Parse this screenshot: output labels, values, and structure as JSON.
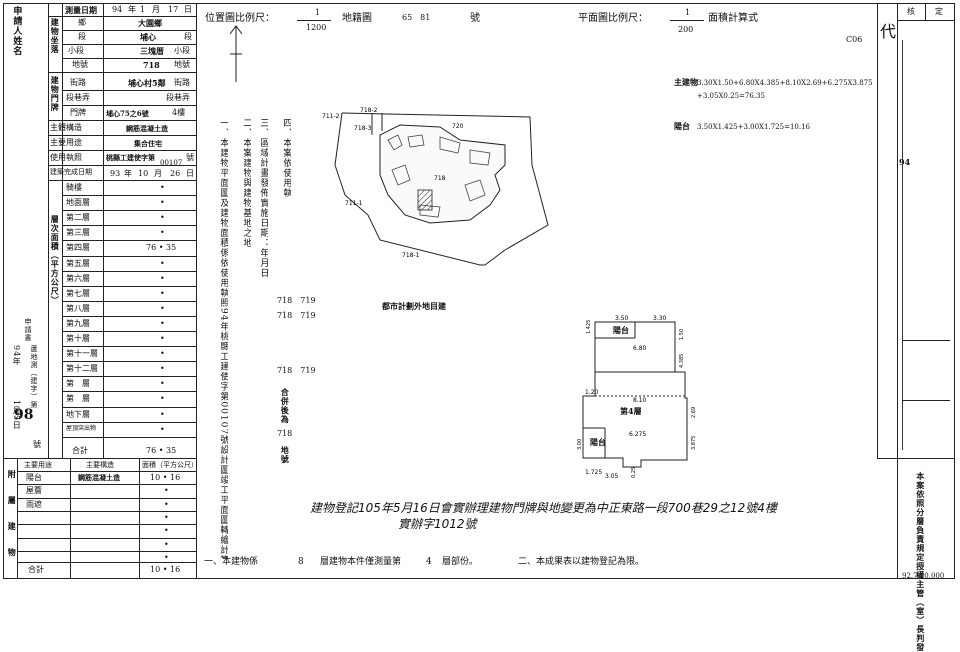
{
  "left_panel": {
    "applicant_label": "申請人姓名",
    "survey_date_label": "測量日期",
    "survey_date": {
      "year": "94",
      "year_unit": "年",
      "month": "1",
      "month_unit": "月",
      "day": "17",
      "day_unit": "日"
    },
    "building_location_label": "建物坐落",
    "township_label": "鄉",
    "township_value": "大園鄉",
    "section_label": "段",
    "section_value": "埔心",
    "section_unit": "段",
    "subsection_label": "小段",
    "subsection_value": "三塊厝",
    "subsection_unit": "小段",
    "lot_label": "地號",
    "lot_value": "718",
    "lot_unit": "地號",
    "door_label": "建物門牌",
    "street_label": "街路",
    "street_value": "埔心村5鄰",
    "street_unit": "街路",
    "lane_label": "段巷弄",
    "lane_unit": "段巷弄",
    "doorno_label": "門牌",
    "doorno_value": "埔心75之6號",
    "doorno_floor": "4樓",
    "structure_label": "主體構造",
    "structure_value": "鋼筋混凝土造",
    "usage_label": "主要用途",
    "usage_value": "集合住宅",
    "license_label": "使用執照",
    "license_value": "桃縣工建使字第",
    "license_no": "00107",
    "license_unit": "號",
    "completion_label": "建築完成日期",
    "completion_date": {
      "year": "93",
      "year_unit": "年",
      "month": "10",
      "month_unit": "月",
      "day": "26",
      "day_unit": "日"
    },
    "area_group_label": "層次面積（平方公尺）",
    "floors": [
      {
        "label": "騎樓",
        "value": "•"
      },
      {
        "label": "地面層",
        "value": "•"
      },
      {
        "label": "第二層",
        "value": "•"
      },
      {
        "label": "第三層",
        "value": "•"
      },
      {
        "label": "第四層",
        "value": "76 • 35"
      },
      {
        "label": "第五層",
        "value": "•"
      },
      {
        "label": "第六層",
        "value": "•"
      },
      {
        "label": "第七層",
        "value": "•"
      },
      {
        "label": "第八層",
        "value": "•"
      },
      {
        "label": "第九層",
        "value": "•"
      },
      {
        "label": "第十層",
        "value": "•"
      },
      {
        "label": "第十一層",
        "value": "•"
      },
      {
        "label": "第十二層",
        "value": "•"
      },
      {
        "label": "第　層",
        "value": "•"
      },
      {
        "label": "第　層",
        "value": "•"
      },
      {
        "label": "地下層",
        "value": "•"
      },
      {
        "label": "屋頂突出物",
        "value": "•"
      }
    ],
    "total_label": "合計",
    "total_value": "76 • 35",
    "application_label": "申請書",
    "survey_no_label": "蘆地測（建字）第",
    "application_year": "94年",
    "application_no": "98",
    "application_date": "1月5日",
    "application_no_unit": "號",
    "annex_label": "附屬建物",
    "annex_header": [
      "主要用途",
      "主要構造",
      "面積（平方公尺）"
    ],
    "annex_rows": [
      {
        "use": "陽台",
        "structure": "鋼筋混凝土造",
        "area": "10 • 16"
      },
      {
        "use": "屋簷",
        "structure": "",
        "area": "•"
      },
      {
        "use": "雨遮",
        "structure": "",
        "area": "•"
      },
      {
        "use": "",
        "structure": "",
        "area": "•"
      },
      {
        "use": "",
        "structure": "",
        "area": "•"
      },
      {
        "use": "",
        "structure": "",
        "area": "•"
      },
      {
        "use": "",
        "structure": "",
        "area": "•"
      }
    ],
    "annex_total_label": "合計",
    "annex_total_value": "10 • 16"
  },
  "header": {
    "location_scale_label": "位置圖比例尺：",
    "location_scale_num": "1",
    "location_scale_den": "1200",
    "map_sheet_label": "地籍圖",
    "map_sheet_value": "65　81",
    "map_sheet_unit": "號",
    "plan_scale_label": "平面圖比例尺：",
    "plan_scale_num": "1",
    "plan_scale_den": "200",
    "area_calc_label": "面積計算式",
    "sheet_code": "C06"
  },
  "notes": {
    "n1": "一、本建物平面圖及建物面積係依使用執照94年桃縣工建使字第00107號設計圖竣工平面圖轉繪計算。",
    "n2": "二、本案建物與建物基地之地號：718 719",
    "n3": "三、區域計畫發佈實施日期：年月日",
    "n4": "四、本案依使用執照記載建築基地地號：718 719 合併後為 718 地號",
    "n4_lots": "718　719",
    "merged_lots": "718　719",
    "merged_label": "合併後為",
    "merged_result": "718",
    "merged_unit": "地號",
    "n2_lots": "718　719"
  },
  "location_map": {
    "lots": [
      "711-2",
      "718-2",
      "718-3",
      "720",
      "718",
      "711-1",
      "718-1"
    ],
    "caption": "都市計劃外地目建"
  },
  "area_formulas": {
    "main_label": "主建物",
    "main_formula_1": "3.30X1.50+6.80X4.385+8.10X2.69+6.275X3.875",
    "main_formula_2": "+3.05X0.25=76.35",
    "balcony_label": "陽台",
    "balcony_formula": "3.50X1.425+3.00X1.725=10.16"
  },
  "floor_plan": {
    "main_label": "第4層",
    "balcony_label_1": "陽台",
    "balcony_label_2": "陽台",
    "dims": [
      "3.50",
      "3.30",
      "1.425",
      "1.50",
      "6.80",
      "4.385",
      "1.20",
      "8.10",
      "2.69",
      "6.275",
      "3.00",
      "3.875",
      "1.725",
      "3.05",
      "0.25"
    ]
  },
  "handwritten_note": "建物登記105年5月16日會實辦理建物門牌與地變更為中正東路一段700巷29之12號4樓",
  "handwritten_sub": "實辦字1012號",
  "bottom": {
    "note1_prefix": "一、本建物係",
    "note1_floors": "8",
    "note1_mid": "層建物本件僅測量第",
    "note1_floor": "4",
    "note1_suffix": "層部份。",
    "note2": "二、本成果表以建物登記為限。",
    "footer_code": "92.7.10,000"
  },
  "right_panel": {
    "check_label": "核",
    "approve_label": "定",
    "stamp_title": "代",
    "year_mark": "94",
    "bottom_note": "本案依照分層負責規定授權主管（室）長判發"
  }
}
